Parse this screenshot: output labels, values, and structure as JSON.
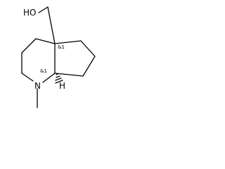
{
  "molecule": {
    "hydroxyl_label": "HO",
    "nitrogen_label": "N",
    "hydrogen_label": "H",
    "stereo_top": "&1",
    "stereo_bottom": "&1"
  }
}
